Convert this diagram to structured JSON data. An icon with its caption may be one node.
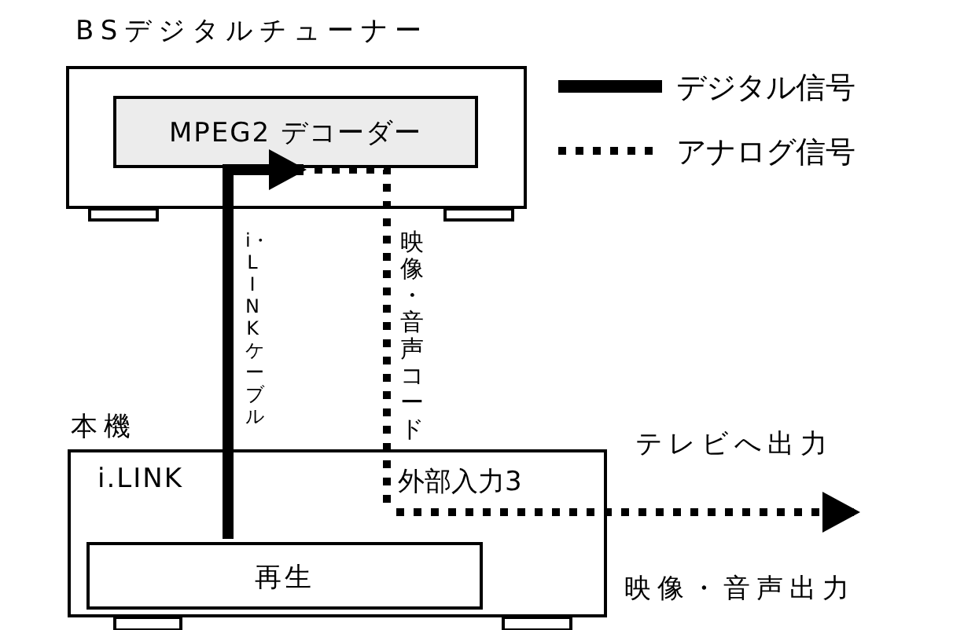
{
  "diagram": {
    "nodes": [
      {
        "text": [
          "BSデジタルチューナー"
        ]
      },
      {
        "text": [
          "MPEG2 デコーダー"
        ],
        "in": 0
      },
      {
        "text": [
          "本機",
          "i.LINK",
          "外部入力3"
        ]
      },
      {
        "text": [
          "再生"
        ],
        "in": 2
      }
    ],
    "edges": [
      {
        "from": 3,
        "to": 1,
        "arrow": "to",
        "label": "i・LINKケーブル"
      },
      {
        "from": 1,
        "to": 2,
        "arrow": "none",
        "style": "dashed",
        "label": "映像・音声コード"
      },
      {
        "from": 2,
        "to": null,
        "arrow": "to",
        "style": "dashed",
        "label": "テレビへ出力"
      }
    ],
    "labels": [
      "映像・音声出力"
    ],
    "legend": [
      {
        "text": "デジタル信号"
      },
      {
        "text": "アナログ信号"
      }
    ]
  }
}
